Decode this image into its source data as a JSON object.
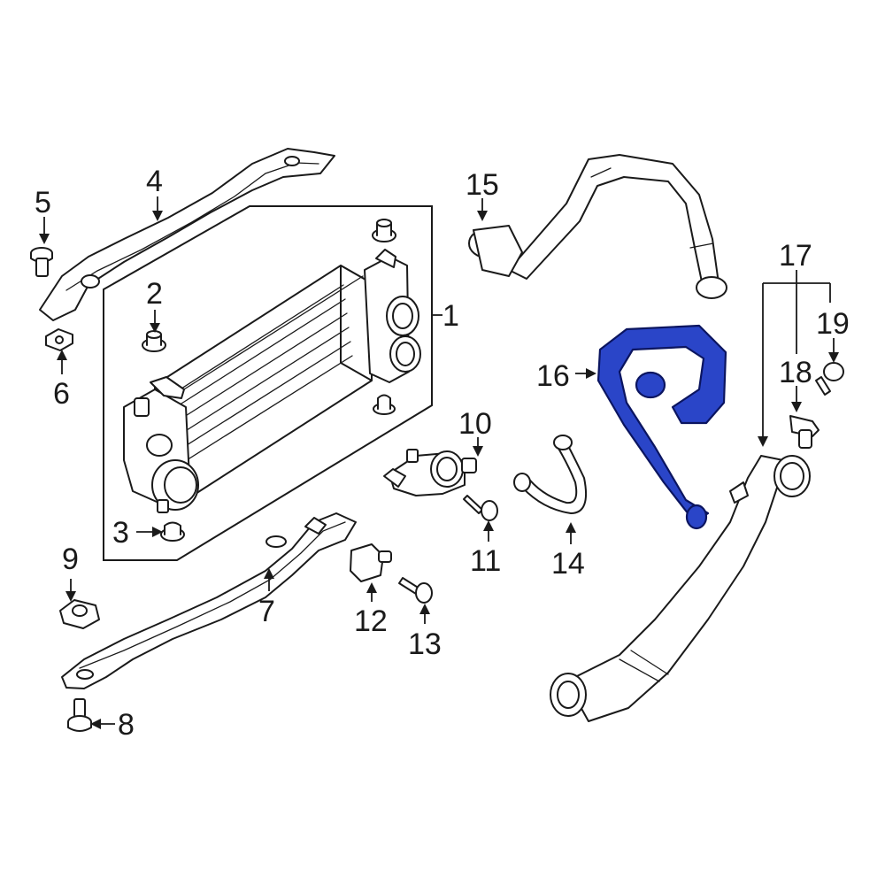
{
  "diagram": {
    "callouts": {
      "c1": "1",
      "c2": "2",
      "c3": "3",
      "c4": "4",
      "c5": "5",
      "c6": "6",
      "c7": "7",
      "c8": "8",
      "c9": "9",
      "c10": "10",
      "c11": "11",
      "c12": "12",
      "c13": "13",
      "c14": "14",
      "c15": "15",
      "c16": "16",
      "c17": "17",
      "c18": "18",
      "c19": "19"
    },
    "highlight_part": "16",
    "colors": {
      "line": "#1a1a1a",
      "highlight": "#2a45c8",
      "highlight_outline": "#0b1560",
      "background": "#ffffff"
    }
  }
}
